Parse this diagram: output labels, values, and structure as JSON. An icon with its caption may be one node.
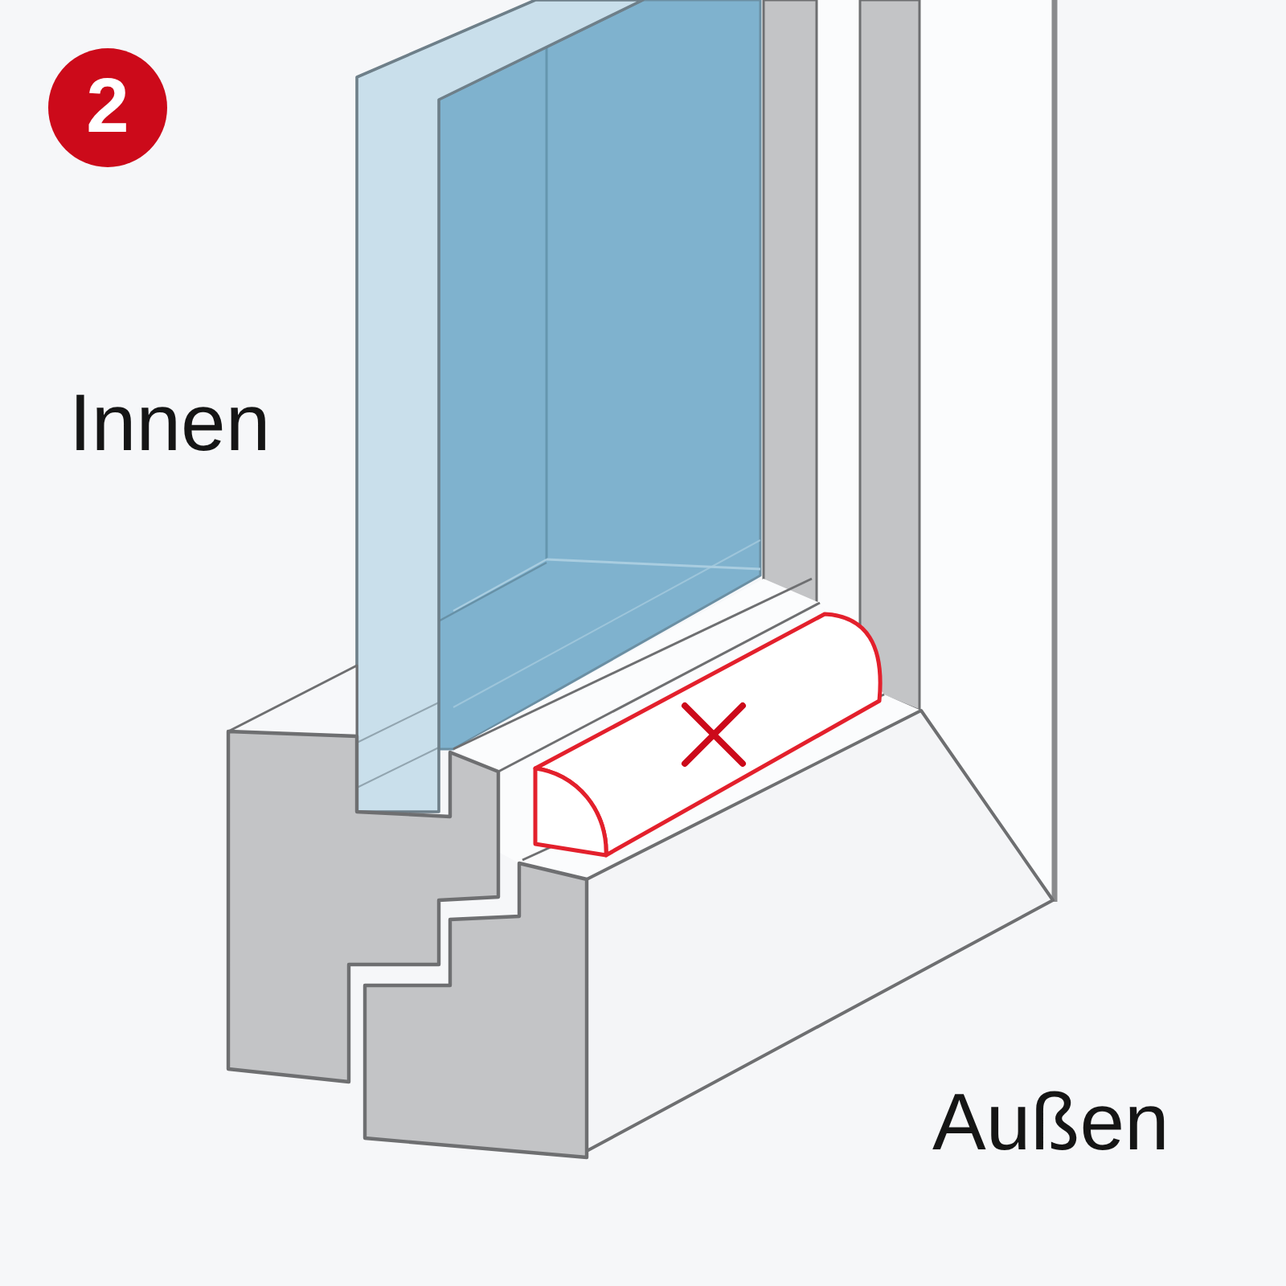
{
  "diagram": {
    "nodes": [
      {
        "text": [
          "2"
        ]
      }
    ],
    "labels": [
      "Innen",
      "Außen"
    ]
  }
}
